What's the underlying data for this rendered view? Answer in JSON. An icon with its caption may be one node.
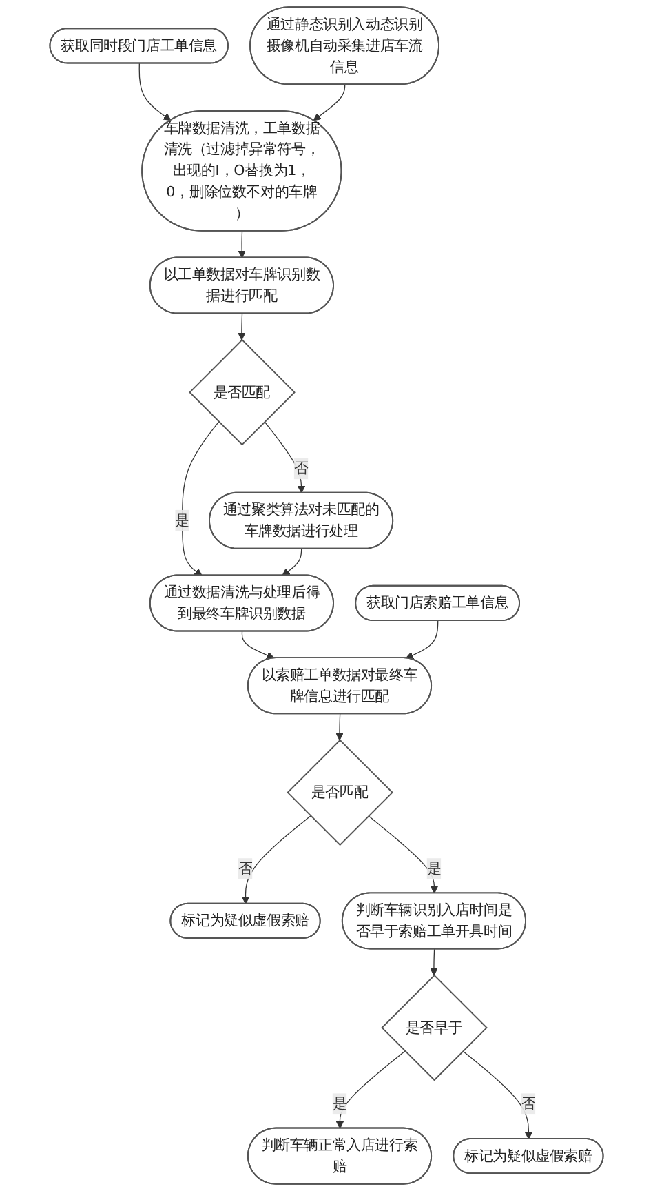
{
  "diagram": {
    "nodes": [
      {
        "text": [
          "获取同时段门店工单信息"
        ]
      },
      {
        "text": [
          "通过静态识别入动态识别摄像机自动采集进店车流信息"
        ]
      },
      {
        "text": [
          "车牌数据清洗，工单数据清洗（过滤掉异常符号，出现的I，O替换为1，0，删除位数不对的车牌）"
        ]
      },
      {
        "text": [
          "以工单数据对车牌识别数据进行匹配"
        ]
      },
      {
        "text": [
          "是否匹配"
        ]
      },
      {
        "text": [
          "通过数据清洗与处理后得到最终车牌识别数据"
        ]
      },
      {
        "text": [
          "通过聚类算法对未匹配的车牌数据进行处理"
        ]
      },
      {
        "text": [
          "获取门店索赔工单信息"
        ]
      },
      {
        "text": [
          "以索赔工单数据对最终车牌信息进行匹配"
        ]
      },
      {
        "text": [
          "是否匹配"
        ]
      },
      {
        "text": [
          "标记为疑似虚假索赔"
        ]
      },
      {
        "text": [
          "判断车辆识别入店时间是否早于索赔工单开具时间"
        ]
      },
      {
        "text": [
          "是否早于"
        ]
      },
      {
        "text": [
          "标记为疑似虚假索赔"
        ]
      },
      {
        "text": [
          "判断车辆正常入店进行索赔"
        ]
      }
    ],
    "edges": [
      {
        "from": 0,
        "to": 2,
        "arrow": "to"
      },
      {
        "from": 1,
        "to": 2,
        "arrow": "to"
      },
      {
        "from": 2,
        "to": 3,
        "arrow": "to"
      },
      {
        "from": 3,
        "to": 4,
        "arrow": "to"
      },
      {
        "from": 4,
        "to": 5,
        "arrow": "to",
        "label": "是"
      },
      {
        "from": 4,
        "to": 6,
        "arrow": "to",
        "label": "否"
      },
      {
        "from": 6,
        "to": 5,
        "arrow": "to"
      },
      {
        "from": 5,
        "to": 8,
        "arrow": "to"
      },
      {
        "from": 7,
        "to": 8,
        "arrow": "to"
      },
      {
        "from": 8,
        "to": 9,
        "arrow": "to"
      },
      {
        "from": 9,
        "to": 11,
        "arrow": "to",
        "label": "是"
      },
      {
        "from": 9,
        "to": 10,
        "arrow": "to",
        "label": "否"
      },
      {
        "from": 11,
        "to": 12,
        "arrow": "to"
      },
      {
        "from": 12,
        "to": 14,
        "arrow": "to",
        "label": "是"
      },
      {
        "from": 12,
        "to": 13,
        "arrow": "to",
        "label": "否"
      }
    ]
  }
}
